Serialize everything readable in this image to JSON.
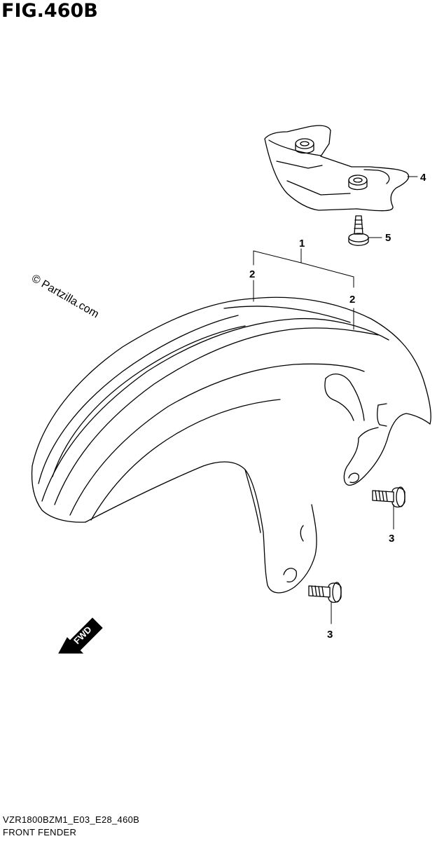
{
  "figure": {
    "title": "FIG.460B"
  },
  "watermark": "© Partzilla.com",
  "direction_arrow": {
    "label": "FWD",
    "icon": "fwd-arrow-icon"
  },
  "callouts": {
    "c1": "1",
    "c2_left": "2",
    "c2_right": "2",
    "c3_upper": "3",
    "c3_lower": "3",
    "c4": "4",
    "c5": "5"
  },
  "footer": {
    "code": "VZR1800BZM1_E03_E28_460B",
    "name": "FRONT FENDER"
  }
}
